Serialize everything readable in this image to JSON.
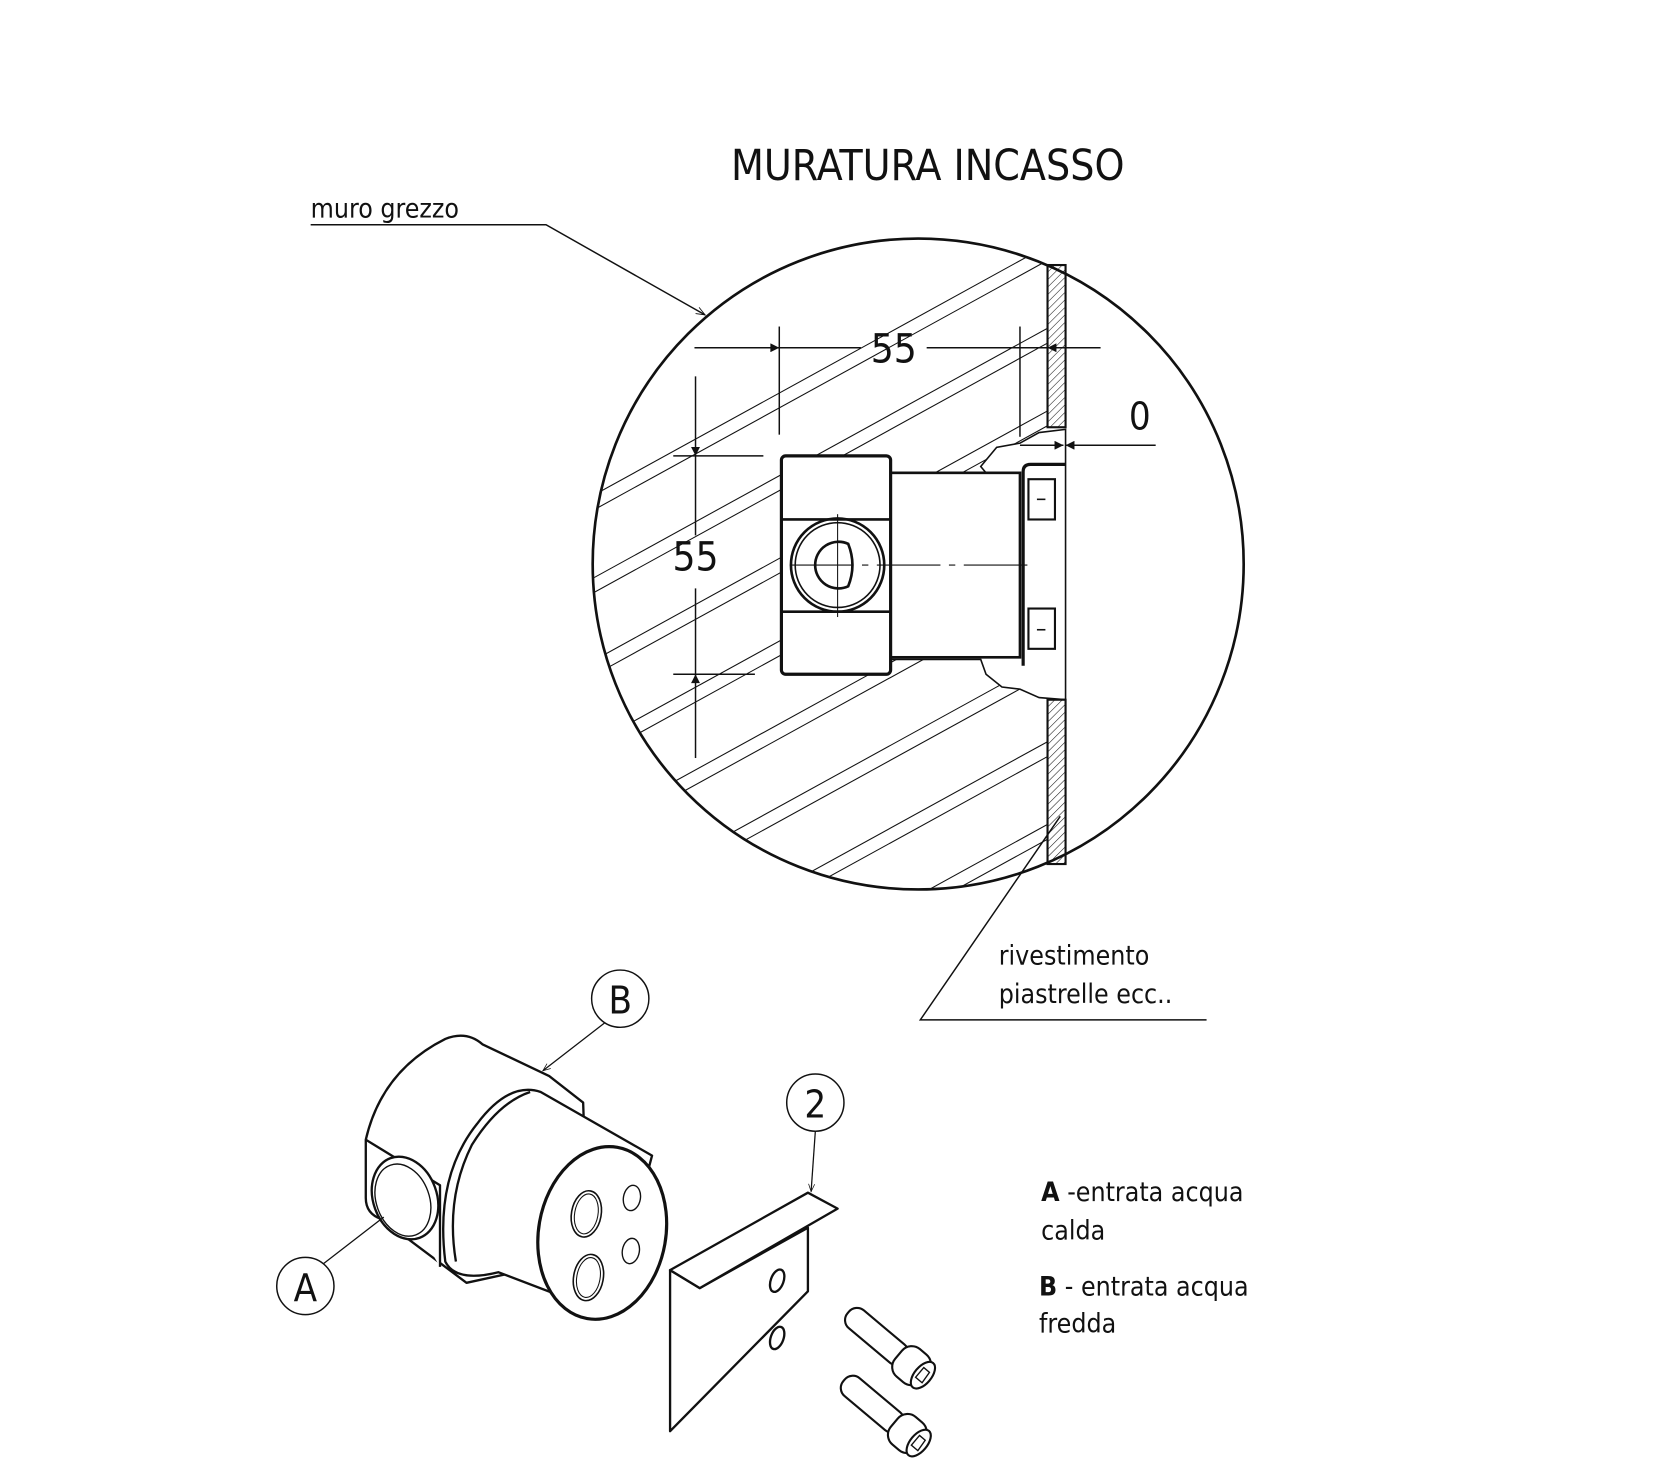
{
  "title": "MURATURA INCASSO",
  "labels": {
    "rough_wall": "muro grezzo",
    "covering_line1": "rivestimento",
    "covering_line2": "piastrelle ecc.."
  },
  "dimensions": {
    "horizontal": "55",
    "vertical": "55",
    "gap": "0"
  },
  "callouts": {
    "a": "A",
    "b": "B",
    "two": "2"
  },
  "legend": [
    {
      "key": "A",
      "text": " -entrata  acqua",
      "text2": "calda"
    },
    {
      "key": "B",
      "text": " - entrata acqua",
      "text2": "fredda"
    }
  ],
  "colors": {
    "ink": "#111111",
    "background": "#ffffff"
  }
}
